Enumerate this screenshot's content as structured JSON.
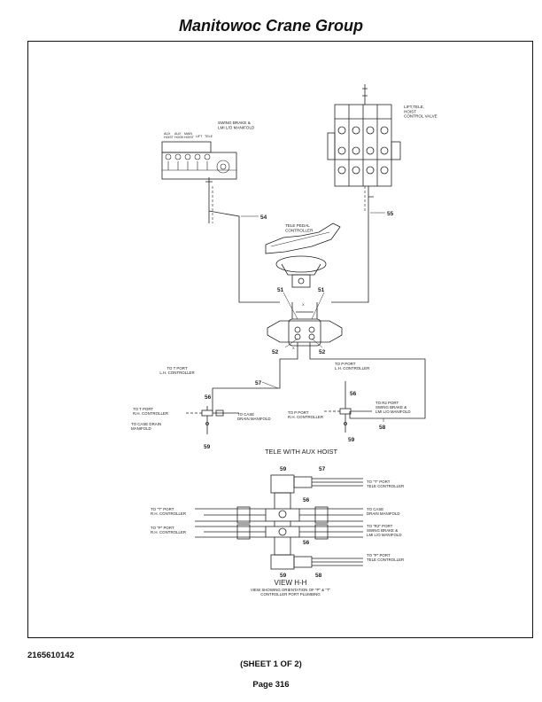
{
  "header": {
    "title": "Manitowoc Crane Group"
  },
  "diagram": {
    "swing_brake_manifold": "SWING BRAKE &\nLMI L/O MANIFOLD",
    "swing_brake_ports": [
      "AUX\nHOIST",
      "AUX\nHOOK",
      "MAIN\nHOIST",
      "LIFT",
      "TELE"
    ],
    "lift_tele_valve": "LIFT,TELE,\nHOIST\nCONTROL VALVE",
    "tele_pedal": "TELE PEDAL\nCONTROLLER",
    "callouts": {
      "c51": "51",
      "c52": "52",
      "c54": "54",
      "c55": "55",
      "c56": "56",
      "c57": "57",
      "c58": "58",
      "c59": "59",
      "c_x": "X"
    },
    "tele_aux": {
      "to_t_port_lh": "TO T PORT\nL.H. CONTROLLER",
      "to_t_port_rh": "TO T PORT\nR.H. CONTROLLER",
      "to_case_drain_manifold_left": "TO CASE DRAIN\nMANIFOLD",
      "to_case_drain_manifold": "TO CASE\nDRAIN MANIFOLD",
      "to_p_port_lh": "TO P PORT\nL.H. CONTROLLER",
      "to_p_port_rh": "TO P PORT\nR.H. CONTROLLER",
      "to_r2_port": "TO R2 PORT\nSWING BRAKE &\nLMI L/O MANIFOLD",
      "caption": "TELE WITH AUX HOIST"
    },
    "view_hh": {
      "to_t_port_tele": "TO \"T\" PORT\nTELE CONTROLLER",
      "to_t_port_rh": "TO \"T\" PORT\nR.H. CONTROLLER",
      "to_case_drain": "TO CASE\nDRAIN MANIFOLD",
      "to_p_port_rh": "TO \"P\" PORT\nR.H. CONTROLLER",
      "to_r2_port": "TO \"R2\" PORT\nSWING BRAKE &\nLMI L/O MANIFOLD",
      "to_p_port_tele": "TO \"P\" PORT\nTELE CONTROLLER",
      "title": "VIEW H-H",
      "caption": "VIEW SHOWING ORIENTATION OF \"P\" & \"T\"\nCONTROLLER PORT PLUMBING"
    }
  },
  "footer": {
    "doc_number": "2165610142",
    "sheet": "(SHEET 1 OF 2)",
    "page": "Page 316"
  }
}
